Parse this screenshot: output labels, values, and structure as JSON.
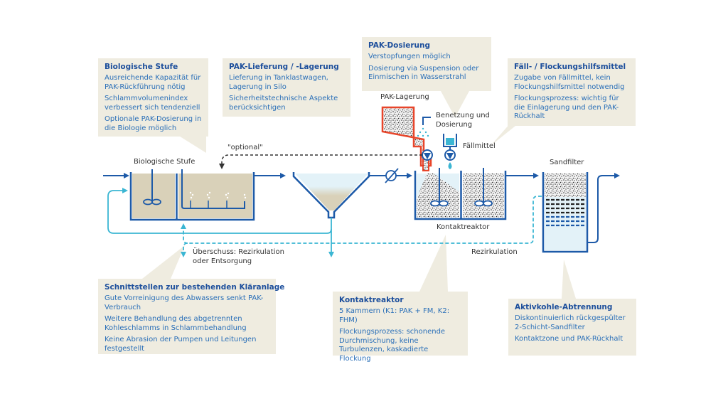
{
  "colors": {
    "callout_bg": "#efece0",
    "title": "#1d4f9c",
    "text": "#2a6fb8",
    "pipe": "#1d5aa8",
    "recirc": "#3bb6d3",
    "sludge": "#d9d1b9",
    "pak": "#e8452a",
    "water": "#e3f2f8"
  },
  "callouts": {
    "bio": {
      "title": "Biologische Stufe",
      "lines": [
        "Ausreichende Kapazität für PAK-Rückführung nötig",
        "Schlammvolumenindex verbessert sich tendenziell",
        "Optionale PAK-Dosierung in die Biologie möglich"
      ]
    },
    "liefer": {
      "title": "PAK-Lieferung / -Lagerung",
      "lines": [
        "Lieferung in Tanklastwagen, Lagerung in Silo",
        "Sicherheitstechnische Aspekte berücksichtigen"
      ]
    },
    "dosier": {
      "title": "PAK-Dosierung",
      "lines": [
        "Verstopfungen möglich",
        "Dosierung via Suspension oder Einmischen in Wasserstrahl"
      ]
    },
    "faell": {
      "title": "Fäll- / Flockungshilfsmittel",
      "lines": [
        "Zugabe von Fällmittel, kein Flockungshilfsmittel notwendig",
        "Flockungsprozess: wichtig für die Einlagerung und den PAK-Rückhalt"
      ]
    },
    "schnitt": {
      "title": "Schnittstellen zur bestehenden Kläranlage",
      "lines": [
        "Gute Vorreinigung des Abwassers senkt PAK-Verbrauch",
        "Weitere Behandlung des abgetrennten Kohleschlamms in Schlammbehandlung",
        "Keine Abrasion der Pumpen und Leitungen festgestellt"
      ]
    },
    "kontakt": {
      "title": "Kontaktreaktor",
      "lines": [
        "5 Kammern (K1: PAK + FM, K2: FHM)",
        "Flockungsprozess: schonende Durchmischung, keine Turbulenzen, kaskadierte Flockung"
      ]
    },
    "aktiv": {
      "title": "Aktivkohle-Abtrennung",
      "lines": [
        "Diskontinuierlich rückgespülter 2-Schicht-Sandfilter",
        "Kontaktzone und PAK-Rückhalt"
      ]
    }
  },
  "labels": {
    "bio_stufe": "Biologische Stufe",
    "optional": "\"optional\"",
    "pak_lagerung": "PAK-Lagerung",
    "benetzung": "Benetzung und",
    "dosierung": "Dosierung",
    "faellmittel": "Fällmittel",
    "sandfilter": "Sandfilter",
    "kontaktreaktor": "Kontaktreaktor",
    "ueberschuss": "Überschuss: Rezirkulation",
    "entsorgung": "oder Entsorgung",
    "rezirkulation": "Rezirkulation"
  }
}
